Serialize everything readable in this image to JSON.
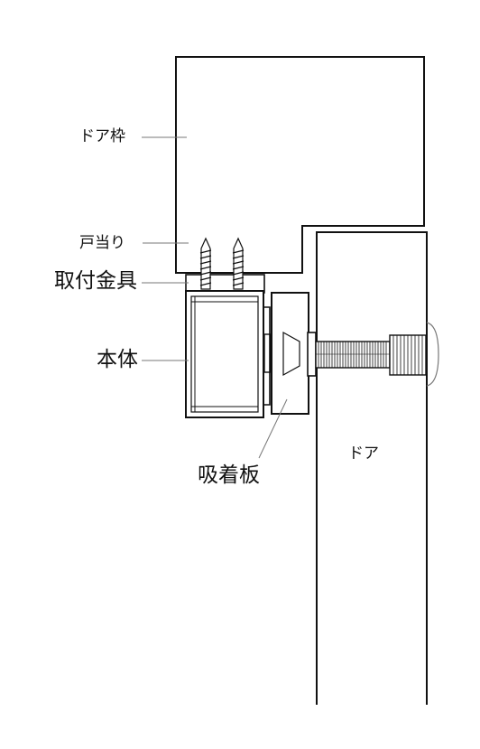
{
  "labels": {
    "door_frame": "ドア枠",
    "door_stop": "戸当り",
    "mounting_bracket": "取付金具",
    "body": "本体",
    "magnetic_plate": "吸着板",
    "door": "ドア"
  },
  "colors": {
    "line": "#111111",
    "leader": "#777777",
    "fill": "#ffffff"
  }
}
